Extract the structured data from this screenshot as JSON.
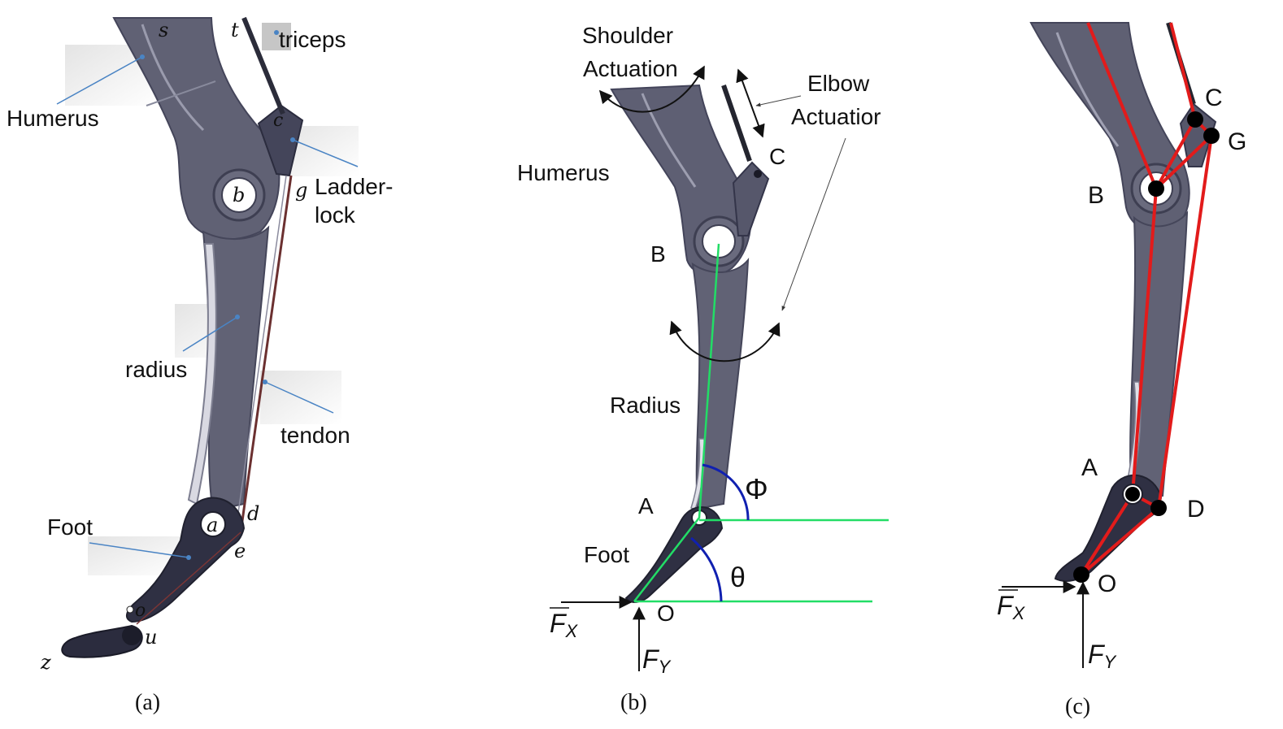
{
  "panel_a": {
    "labels": {
      "humerus": "Humerus",
      "triceps": "triceps",
      "ladderlock_1": "Ladder-",
      "ladderlock_2": "lock",
      "radius": "radius",
      "tendon": "tendon",
      "foot": "Foot"
    },
    "points": {
      "s": "s",
      "t": "t",
      "c": "c",
      "g": "g",
      "b": "b",
      "a": "a",
      "d": "d",
      "e": "e",
      "o": "o",
      "u": "u",
      "z": "z"
    },
    "caption": "(a)"
  },
  "panel_b": {
    "labels": {
      "shoulder_1": "Shoulder",
      "shoulder_2": "Actuation",
      "elbow_1": "Elbow",
      "elbow_2": "Actuatior",
      "humerus": "Humerus",
      "radius": "Radius",
      "foot": "Foot"
    },
    "points": {
      "C": "C",
      "B": "B",
      "A": "A",
      "O": "O"
    },
    "angles": {
      "phi": "Φ",
      "theta": "θ"
    },
    "forces": {
      "fx_main": "F",
      "fx_sub": "X",
      "fy_main": "F",
      "fy_sub": "Y"
    },
    "caption": "(b)"
  },
  "panel_c": {
    "points": {
      "C": "C",
      "G": "G",
      "B": "B",
      "A": "A",
      "D": "D",
      "O": "O"
    },
    "forces": {
      "fx_main": "F",
      "fx_sub": "X",
      "fy_main": "F",
      "fy_sub": "Y"
    },
    "caption": "(c)"
  },
  "colors": {
    "bone": "#5f6072",
    "bone_dark": "#3a3b4d",
    "bone_light": "#8d8ea0",
    "foot": "#2d2e40",
    "model_green": "#22dd66",
    "angle_blue": "#1020b0",
    "linkage_red": "#e21b1b",
    "callout_blue": "#4a84c4"
  }
}
